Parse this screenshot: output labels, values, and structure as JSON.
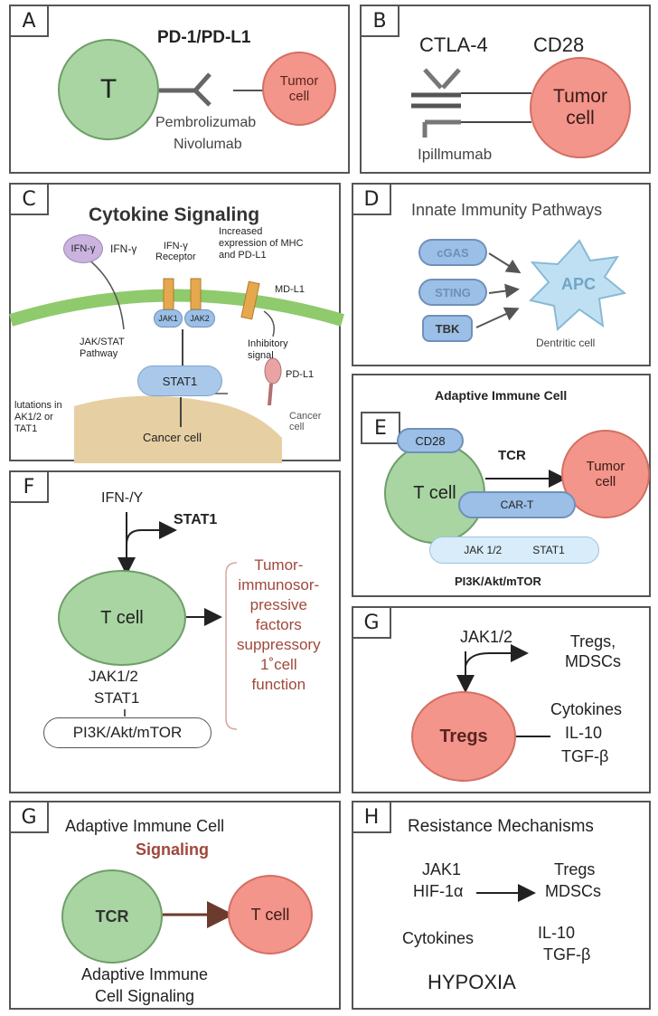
{
  "panels": {
    "a": {
      "tag": "A",
      "title": "PD-1/PD-L1",
      "t_cell": "T",
      "tumor": "Tumor\ncell",
      "drug1": "Pembrolizumab",
      "drug2": "Nivolumab"
    },
    "b": {
      "tag": "B",
      "ctla4": "CTLA-4",
      "cd28": "CD28",
      "tumor": "Tumor\ncell",
      "drug": "Ipillmumab"
    },
    "c": {
      "tag": "C",
      "title": "Cytokine Signaling",
      "ifn_circle": "IFN-γ",
      "ifn_label": "IFN-γ",
      "receptor": "IFN-γ\nReceptor",
      "increased": "Increased\nexpression of MHC\nand PD-L1",
      "mdl1": "MD-L1",
      "jak1": "JAK1",
      "jak2": "JAK2",
      "jakstat": "JAK/STAT\nPathway",
      "inhibitory": "Inhibitory\nsignal",
      "pdl1": "PD-L1",
      "stat1": "STAT1",
      "mutations": "lutations in\nAK1/2 or\nTAT1",
      "cancer_cell": "Cancer cell",
      "cancer_cell2": "Cancer\ncell"
    },
    "d": {
      "tag": "D",
      "title": "Innate Immunity Pathways",
      "cgas": "cGAS",
      "sting": "STING",
      "tbk": "TBK",
      "apc": "APC",
      "dendritic": "Dentritic cell"
    },
    "e": {
      "tag": "E",
      "title": "Adaptive Immune Cell",
      "cd28": "CD28",
      "tcr": "TCR",
      "t_cell": "T cell",
      "tumor": "Tumor\ncell",
      "cart": "CAR-T",
      "jak": "JAK 1/2",
      "stat1": "STAT1",
      "pathway": "PI3K/Akt/mTOR"
    },
    "f": {
      "tag": "F",
      "ifn": "IFN-/Υ",
      "stat1_top": "STAT1",
      "t_cell": "T cell",
      "factors": "Tumor-\nimmunosor-\npressive\nfactors\nsuppressory\n1˚cell\nfunction",
      "jak": "JAK1/2",
      "stat1": "STAT1",
      "pathway": "PI3K/Akt/mTOR"
    },
    "g1": {
      "tag": "G",
      "jak": "JAK1/2",
      "tregs_mdscs": "Tregs,\nMDSCs",
      "tregs": "Tregs",
      "cytokines": "Cytokines",
      "il10": "IL-10",
      "tgf": "TGF-β"
    },
    "g2": {
      "tag": "G",
      "title": "Adaptive Immune Cell",
      "signaling": "Signaling",
      "tcr": "TCR",
      "t_cell": "T cell",
      "bottom": "Adaptive Immune\nCell Signaling"
    },
    "h": {
      "tag": "H",
      "title": "Resistance Mechanisms",
      "jak1": "JAK1",
      "hif": "HIF-1α",
      "tregs": "Tregs",
      "mdscs": "MDSCs",
      "cytokines": "Cytokines",
      "il10": "IL-10",
      "tgf": "TGF-β",
      "hypoxia": "HYPOXIA"
    }
  },
  "colors": {
    "green": "#a8d5a2",
    "red": "#f3958a",
    "blue": "#9bbfe6",
    "brown_text": "#a0483a"
  }
}
